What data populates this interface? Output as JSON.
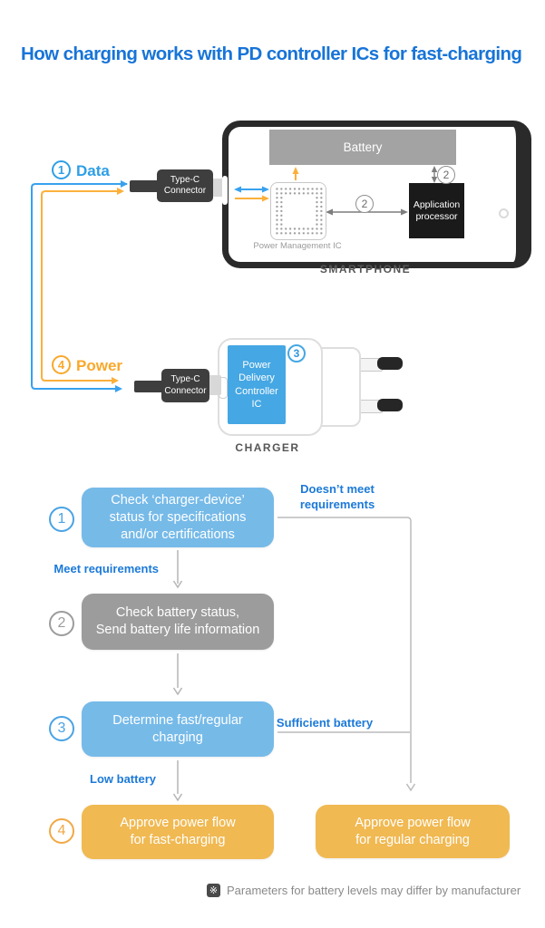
{
  "title": "How charging works with PD controller ICs for fast-charging",
  "device": {
    "data_label": {
      "num": "1",
      "text": "Data"
    },
    "power_label": {
      "num": "4",
      "text": "Power"
    },
    "typec_connector": "Type-C\nConnector",
    "smartphone": {
      "caption": "SMARTPHONE",
      "battery": "Battery",
      "pmic_label": "Power Management IC",
      "application_processor": "Application\nprocessor",
      "comm_step_num": "2"
    },
    "charger": {
      "caption": "CHARGER",
      "pdc_ic": "Power\nDelivery\nController\nIC",
      "step_num": "3"
    }
  },
  "flowchart": {
    "steps": [
      {
        "num": "1",
        "text": "Check ‘charger-device’\nstatus for specifications\nand/or certifications"
      },
      {
        "num": "2",
        "text": "Check battery status,\nSend battery life information"
      },
      {
        "num": "3",
        "text": "Determine fast/regular\ncharging"
      },
      {
        "num": "4",
        "text": "Approve power flow\nfor fast-charging"
      }
    ],
    "alt_result": "Approve power flow\nfor regular charging",
    "labels": {
      "doesnt_meet": "Doesn’t meet\nrequirements",
      "meet": "Meet requirements",
      "sufficient": "Sufficient battery",
      "low": "Low battery"
    },
    "footnote_symbol": "※",
    "footnote": "Parameters for battery levels may differ by manufacturer"
  },
  "colors": {
    "title_blue": "#1774D8",
    "flow_blue": "#76BAE8",
    "flow_gray": "#9C9C9C",
    "flow_orange": "#F0B952",
    "pdc_blue": "#45A7E3",
    "label_blue": "#1B79D8",
    "accent_orange": "#F9A82B",
    "arrow_blue": "#38A1EE",
    "arrow_orange": "#FBB03B",
    "line_gray": "#B5B5B5"
  }
}
